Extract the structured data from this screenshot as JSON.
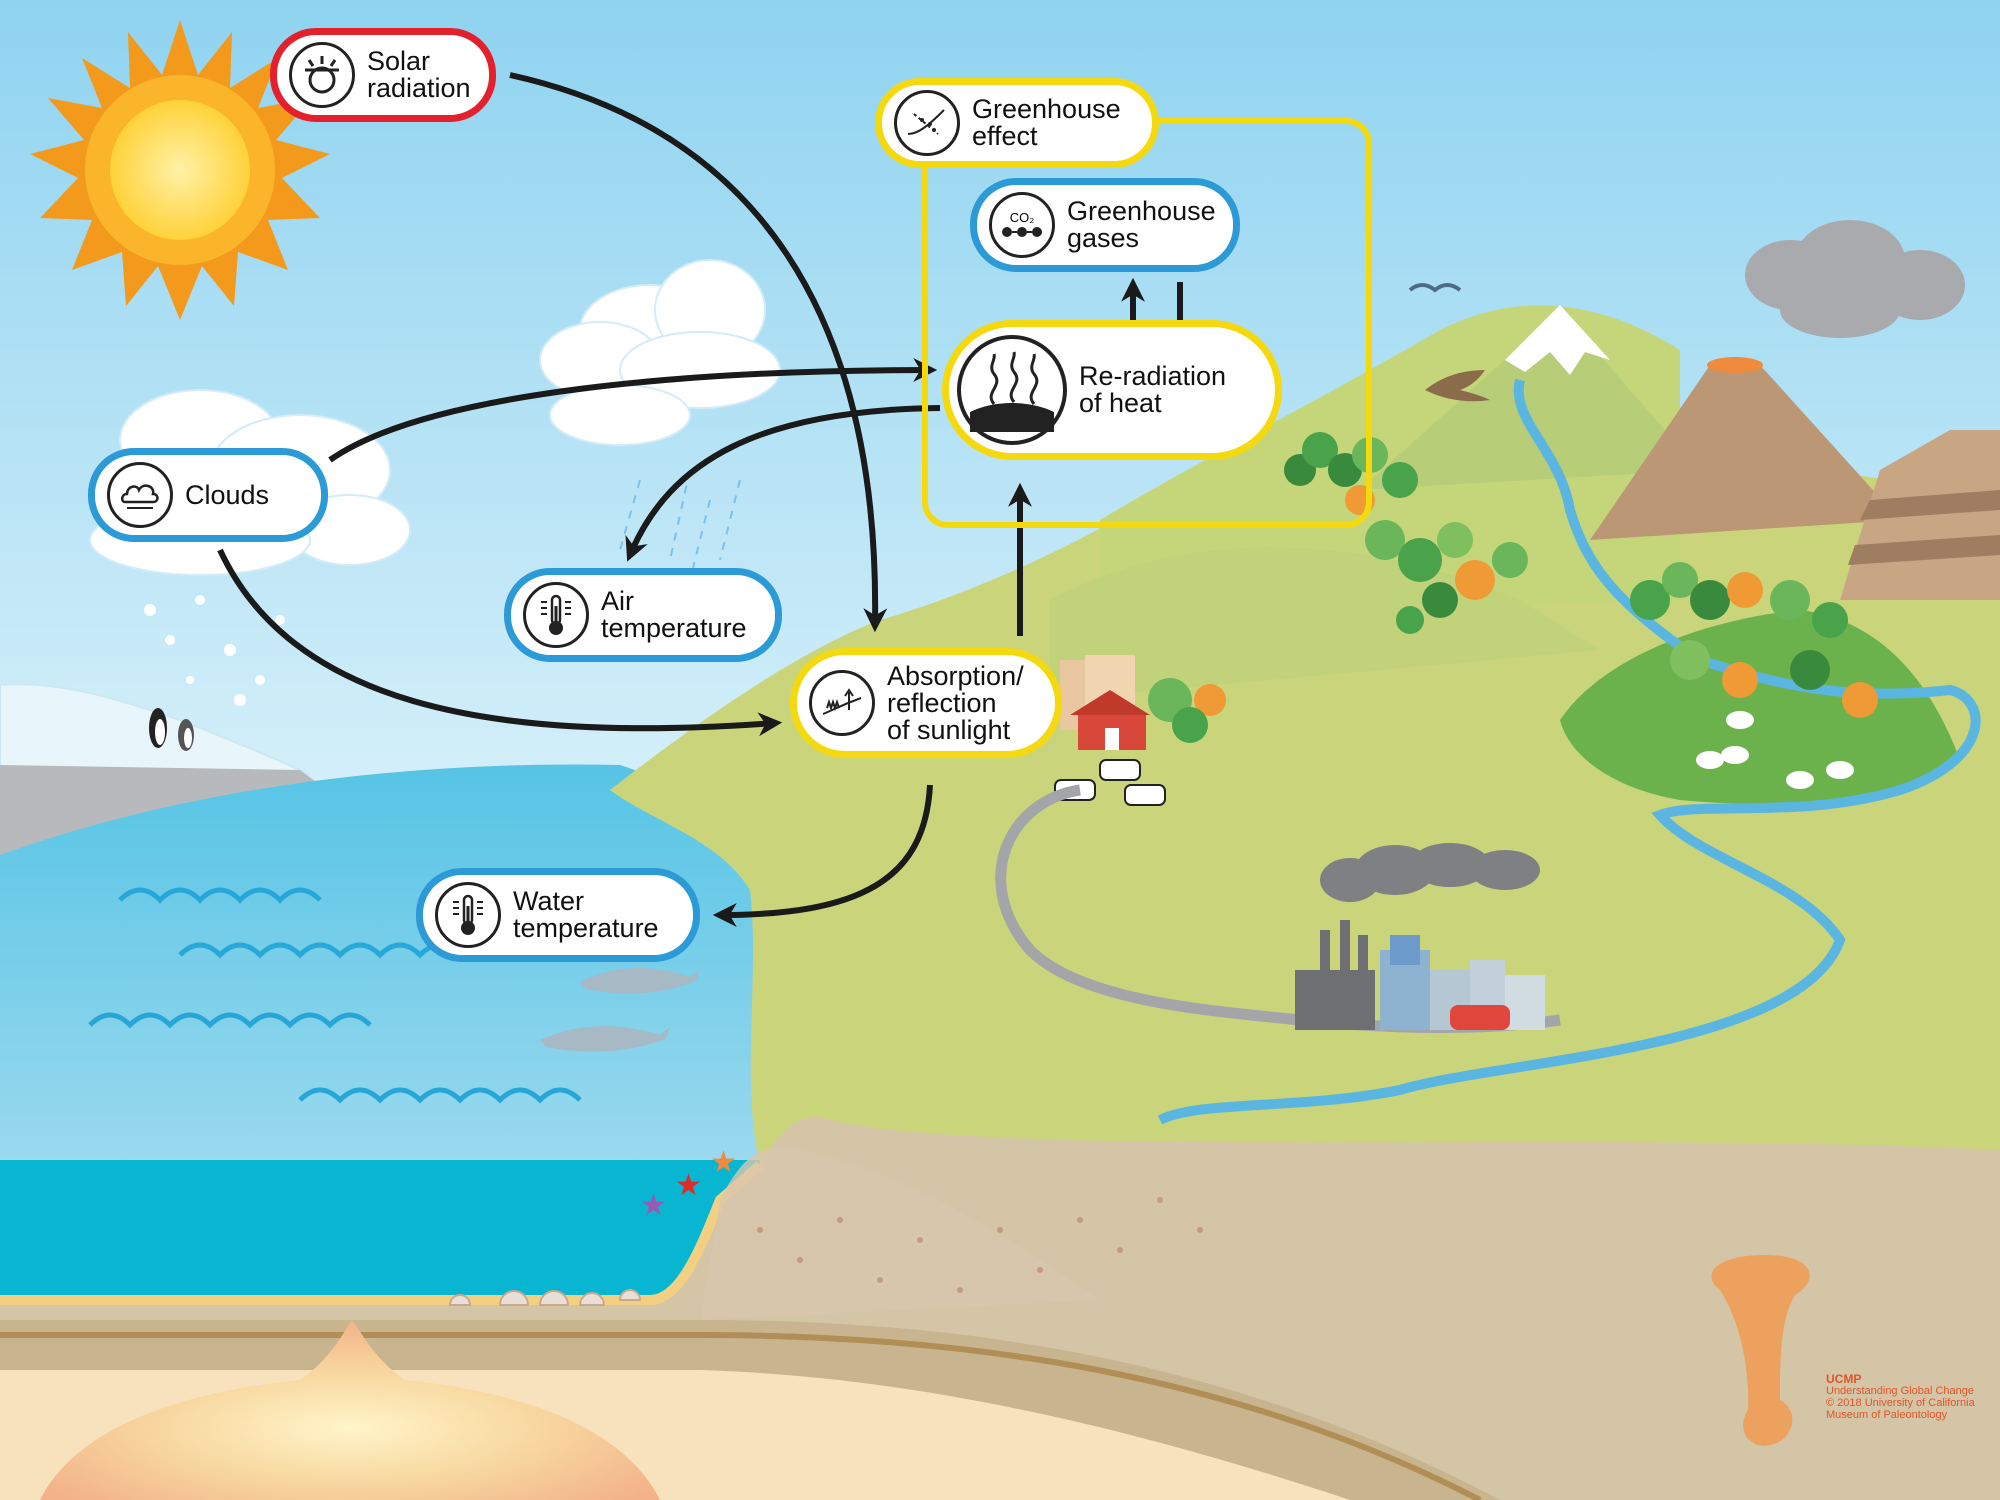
{
  "nodes": {
    "solar_radiation": {
      "label": "Solar\nradiation",
      "icon": "sun-icon"
    },
    "greenhouse_effect": {
      "label": "Greenhouse\neffect",
      "icon": "greenhouse-effect-icon"
    },
    "greenhouse_gases": {
      "label": "Greenhouse\ngases",
      "icon": "co2-molecule-icon",
      "icon_text": "CO₂"
    },
    "reradiation": {
      "label": "Re-radiation\nof heat",
      "icon": "heat-waves-icon"
    },
    "clouds": {
      "label": "Clouds",
      "icon": "cloud-icon"
    },
    "air_temperature": {
      "label": "Air\ntemperature",
      "icon": "thermometer-icon"
    },
    "absorption": {
      "label": "Absorption/\nreflection\nof sunlight",
      "icon": "absorption-icon"
    },
    "water_temperature": {
      "label": "Water\ntemperature",
      "icon": "thermometer-icon"
    }
  },
  "colors": {
    "red_border": "#e3202b",
    "yellow_border": "#f5d90f",
    "blue_border": "#2b9ad6",
    "arrow": "#1a1a1a"
  },
  "credit": {
    "brand": "UCMP",
    "line1": "Understanding Global Change",
    "line2": "© 2018 University of California",
    "line3": "Museum of Paleontology"
  }
}
